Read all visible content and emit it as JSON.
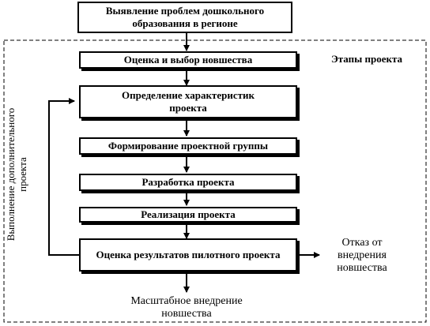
{
  "diagram": {
    "nodes": {
      "problems": "Выявление проблем дошкольного образования в регионе",
      "assess_select": "Оценка и выбор новшества",
      "define_characteristics": "Определение характеристик проекта",
      "form_team": "Формирование проектной группы",
      "develop": "Разработка проекта",
      "implement": "Реализация проекта",
      "evaluate_pilot": "Оценка результатов пилотного проекта"
    },
    "stages_label": "Этапы проекта",
    "additional_work_line1": "Выполнение дополнительного",
    "additional_work_line2": "проекта",
    "reject_line1": "Отказ от",
    "reject_line2": "внедрения",
    "reject_line3": "новшества",
    "scale_line1": "Масштабное внедрение",
    "scale_line2": "новшества"
  }
}
